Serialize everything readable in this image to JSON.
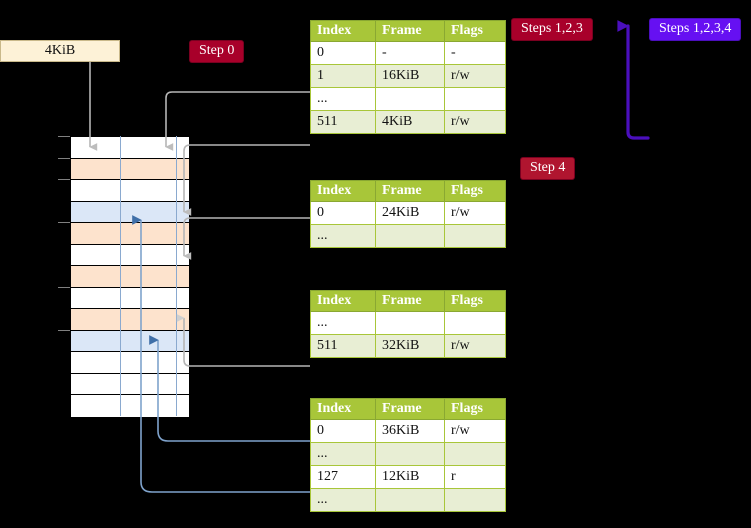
{
  "size_box": {
    "label": "4KiB"
  },
  "badges": {
    "step0": "Step 0",
    "steps123": "Steps 1,2,3",
    "steps1234": "Steps 1,2,3,4",
    "step4": "Step 4"
  },
  "colors": {
    "badge_step0": "#a8002a",
    "badge_steps123": "#a8002a",
    "badge_steps1234": "#6610f2",
    "badge_step4": "#b0152f",
    "table_header": "#a8c639",
    "table_alt_row": "#e8eed4",
    "highlight": "#ffff99",
    "memory_peach": "#fde3cd",
    "memory_blue": "#dbe7f7",
    "size_box_fill": "#fdf2d7",
    "wire_gray": "#a9a9a9",
    "wire_blue": "#5b85b8",
    "wire_purple": "#4b0fbd"
  },
  "page_tables": [
    {
      "name": "pml4-table",
      "headers": [
        "Index",
        "Frame",
        "Flags"
      ],
      "rows": [
        {
          "cells": [
            "0",
            "-",
            "-"
          ],
          "alt": false,
          "highlight": false
        },
        {
          "cells": [
            "1",
            "16KiB",
            "r/w"
          ],
          "alt": true,
          "highlight": false
        },
        {
          "cells": [
            "...",
            "",
            ""
          ],
          "alt": false,
          "highlight": false
        },
        {
          "cells": [
            "511",
            "4KiB",
            "r/w"
          ],
          "alt": true,
          "highlight": true
        }
      ]
    },
    {
      "name": "pdp-table",
      "headers": [
        "Index",
        "Frame",
        "Flags"
      ],
      "rows": [
        {
          "cells": [
            "0",
            "24KiB",
            "r/w"
          ],
          "alt": false,
          "highlight": false
        },
        {
          "cells": [
            "...",
            "",
            ""
          ],
          "alt": true,
          "highlight": false
        }
      ]
    },
    {
      "name": "pd-table",
      "headers": [
        "Index",
        "Frame",
        "Flags"
      ],
      "rows": [
        {
          "cells": [
            "...",
            "",
            ""
          ],
          "alt": false,
          "highlight": false
        },
        {
          "cells": [
            "511",
            "32KiB",
            "r/w"
          ],
          "alt": true,
          "highlight": false
        }
      ]
    },
    {
      "name": "pt-table",
      "headers": [
        "Index",
        "Frame",
        "Flags"
      ],
      "rows": [
        {
          "cells": [
            "0",
            "36KiB",
            "r/w"
          ],
          "alt": false,
          "highlight": false
        },
        {
          "cells": [
            "...",
            "",
            ""
          ],
          "alt": true,
          "highlight": false
        },
        {
          "cells": [
            "127",
            "12KiB",
            "r"
          ],
          "alt": false,
          "highlight": false
        },
        {
          "cells": [
            "...",
            "",
            ""
          ],
          "alt": true,
          "highlight": false
        }
      ]
    }
  ],
  "memory_column": {
    "rows": [
      {
        "fill": "none"
      },
      {
        "fill": "peach"
      },
      {
        "fill": "none"
      },
      {
        "fill": "blue"
      },
      {
        "fill": "peach"
      },
      {
        "fill": "none"
      },
      {
        "fill": "peach"
      },
      {
        "fill": "none"
      },
      {
        "fill": "peach"
      },
      {
        "fill": "blue"
      },
      {
        "fill": "none"
      },
      {
        "fill": "none"
      },
      {
        "fill": "none"
      }
    ]
  }
}
